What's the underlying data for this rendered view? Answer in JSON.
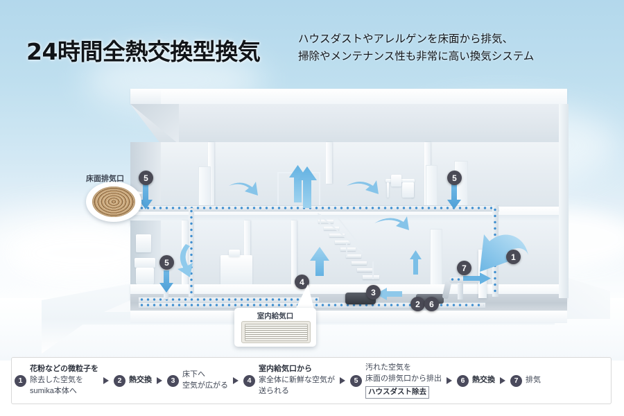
{
  "header": {
    "title": "24時間全熱交換型換気",
    "subtitle_line1": "ハウスダストやアレルゲンを床面から排気、",
    "subtitle_line2": "掃除やメンテナンス性も非常に高い換気システム"
  },
  "colors": {
    "sky": "#bcdcec",
    "arrow_blue": "#7ec0e8",
    "duct_dot_blue": "#3f8fd0",
    "badge": "#4a4a55",
    "text_dark": "#3f4654",
    "vent_wood": "#c8a477"
  },
  "callouts": [
    {
      "id": "floor-exhaust",
      "label": "床面排気口"
    },
    {
      "id": "indoor-supply",
      "label": "室内給気口"
    }
  ],
  "diagram_badges": [
    {
      "id": "badge-5-upper-left",
      "number": "5"
    },
    {
      "id": "badge-5-upper-right",
      "number": "5"
    },
    {
      "id": "badge-5-lower-left",
      "number": "5"
    },
    {
      "id": "badge-4",
      "number": "4"
    },
    {
      "id": "badge-3",
      "number": "3"
    },
    {
      "id": "badge-2",
      "number": "2"
    },
    {
      "id": "badge-6",
      "number": "6"
    },
    {
      "id": "badge-7",
      "number": "7"
    },
    {
      "id": "badge-1",
      "number": "1"
    }
  ],
  "legend": {
    "items": [
      {
        "num": "1",
        "lines": [
          {
            "text": "花粉などの微粒子を",
            "bold": true
          },
          {
            "text": "除去した空気を",
            "bold": false
          },
          {
            "text": "sumika本体へ",
            "bold": false
          }
        ],
        "tag": ""
      },
      {
        "num": "2",
        "lines": [
          {
            "text": "熱交換",
            "bold": true
          }
        ],
        "tag": ""
      },
      {
        "num": "3",
        "lines": [
          {
            "text": "床下へ",
            "bold": false
          },
          {
            "text": "空気が広がる",
            "bold": false
          }
        ],
        "tag": ""
      },
      {
        "num": "4",
        "lines": [
          {
            "text": "室内給気口から",
            "bold": true
          },
          {
            "text": "家全体に新鮮な空気が",
            "bold": false
          },
          {
            "text": "送られる",
            "bold": false
          }
        ],
        "tag": ""
      },
      {
        "num": "5",
        "lines": [
          {
            "text": "汚れた空気を",
            "bold": false
          },
          {
            "text": "床面の排気口から排出",
            "bold": false
          }
        ],
        "tag": "ハウスダスト除去"
      },
      {
        "num": "6",
        "lines": [
          {
            "text": "熱交換",
            "bold": true
          }
        ],
        "tag": ""
      },
      {
        "num": "7",
        "lines": [
          {
            "text": "排気",
            "bold": false
          }
        ],
        "tag": ""
      }
    ]
  }
}
